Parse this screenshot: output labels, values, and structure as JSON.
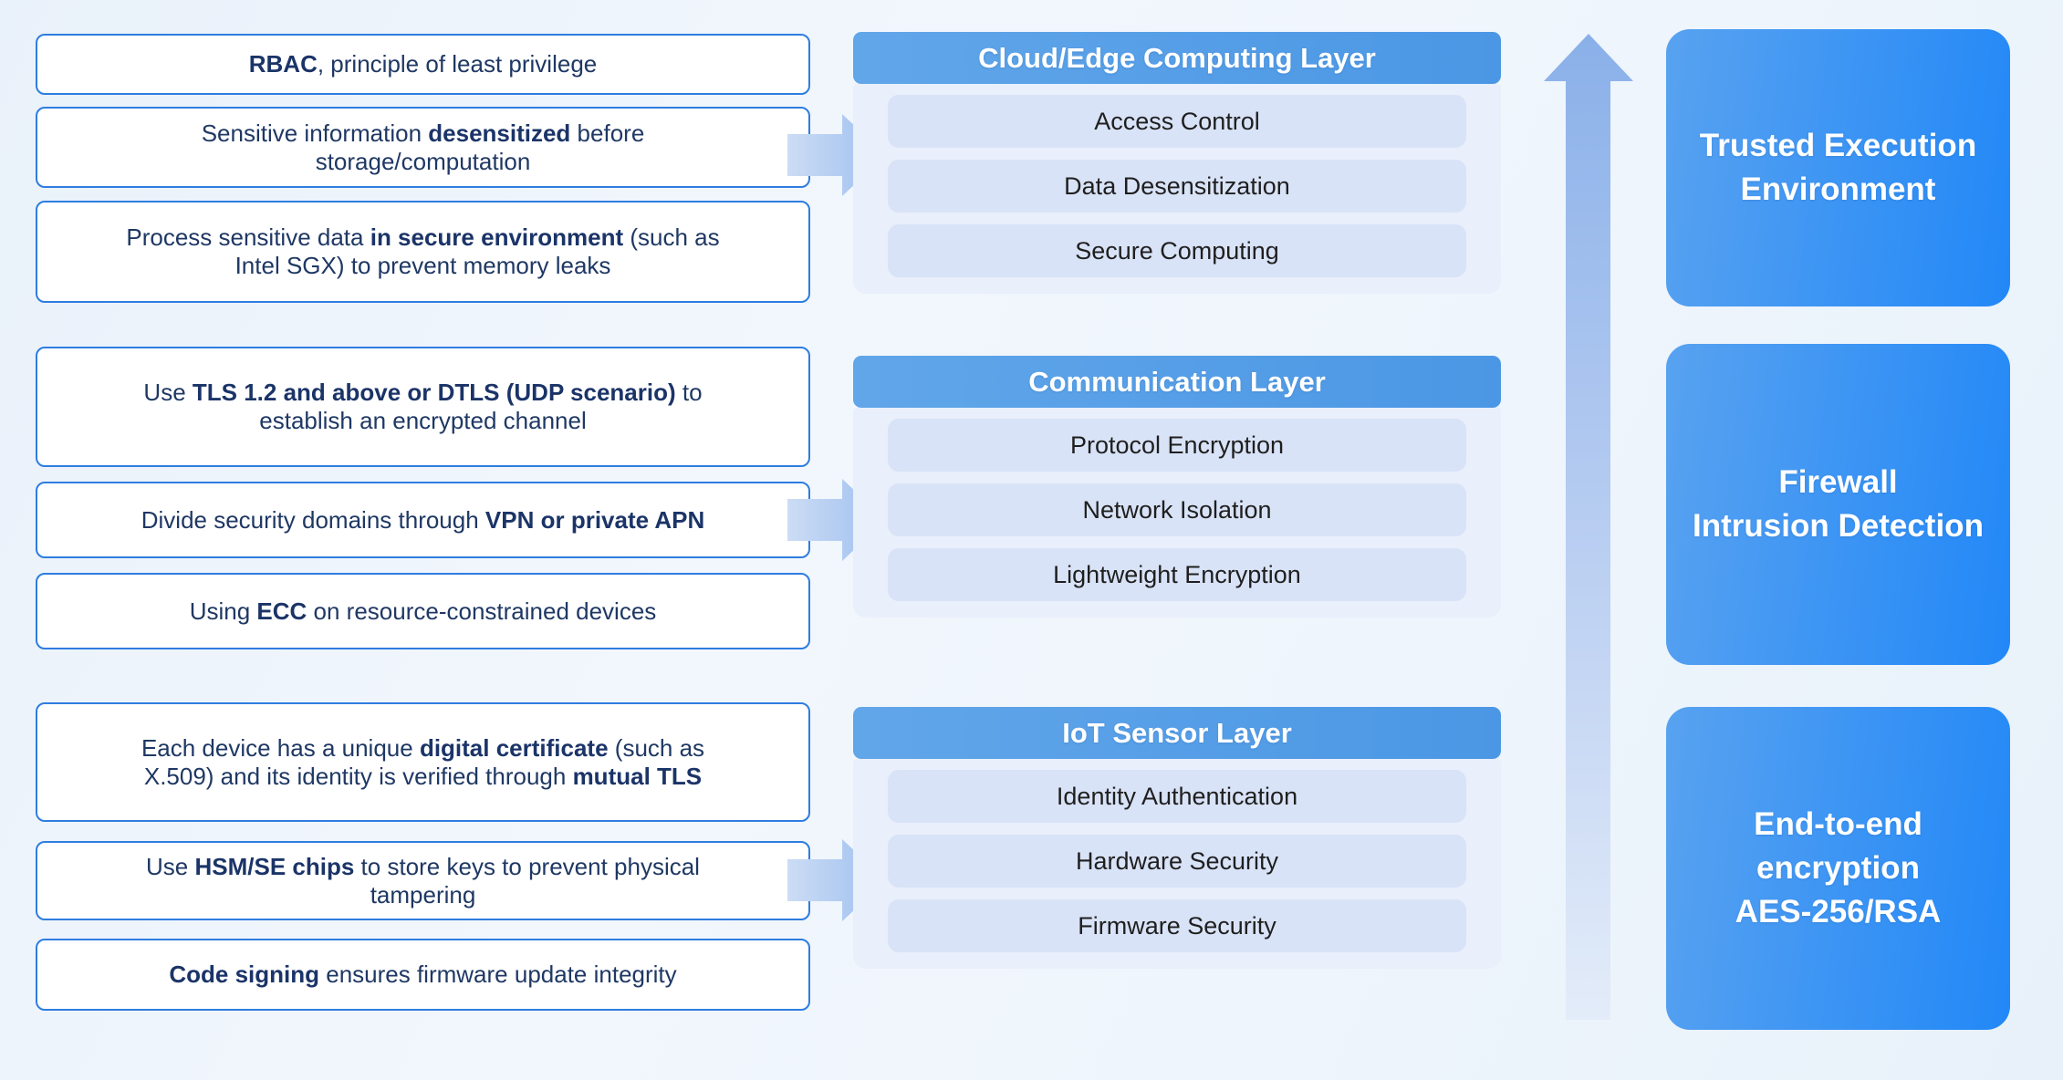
{
  "left_boxes": [
    {
      "segments": [
        {
          "t": "RBAC",
          "b": true
        },
        {
          "t": ", principle of least privilege",
          "b": false
        }
      ]
    },
    {
      "segments": [
        {
          "t": "Sensitive information ",
          "b": false
        },
        {
          "t": "desensitized",
          "b": true
        },
        {
          "t": " before\nstorage/computation",
          "b": false
        }
      ]
    },
    {
      "segments": [
        {
          "t": "Process sensitive data ",
          "b": false
        },
        {
          "t": "in secure environment",
          "b": true
        },
        {
          "t": " (such as\nIntel SGX) to prevent memory leaks",
          "b": false
        }
      ]
    },
    {
      "segments": [
        {
          "t": "Use ",
          "b": false
        },
        {
          "t": "TLS 1.2 and above or DTLS (UDP scenario)",
          "b": true
        },
        {
          "t": " to\nestablish an encrypted channel",
          "b": false
        }
      ]
    },
    {
      "segments": [
        {
          "t": "Divide security domains through ",
          "b": false
        },
        {
          "t": "VPN or private APN",
          "b": true
        }
      ]
    },
    {
      "segments": [
        {
          "t": "Using ",
          "b": false
        },
        {
          "t": "ECC",
          "b": true
        },
        {
          "t": " on resource-constrained devices",
          "b": false
        }
      ]
    },
    {
      "segments": [
        {
          "t": "Each device has a unique ",
          "b": false
        },
        {
          "t": "digital certificate",
          "b": true
        },
        {
          "t": " (such as\nX.509) and its identity is verified through ",
          "b": false
        },
        {
          "t": "mutual TLS",
          "b": true
        }
      ]
    },
    {
      "segments": [
        {
          "t": "Use ",
          "b": false
        },
        {
          "t": "HSM/SE chips",
          "b": true
        },
        {
          "t": " to store keys to prevent physical\ntampering",
          "b": false
        }
      ]
    },
    {
      "segments": [
        {
          "t": "Code signing",
          "b": true
        },
        {
          "t": " ensures firmware update integrity",
          "b": false
        }
      ]
    }
  ],
  "layers": [
    {
      "title": "Cloud/Edge Computing Layer",
      "items": [
        "Access Control",
        "Data Desensitization",
        "Secure Computing"
      ]
    },
    {
      "title": "Communication Layer",
      "items": [
        "Protocol Encryption",
        "Network Isolation",
        "Lightweight Encryption"
      ]
    },
    {
      "title": "IoT Sensor Layer",
      "items": [
        "Identity Authentication",
        "Hardware Security",
        "Firmware Security"
      ]
    }
  ],
  "right_boxes": [
    {
      "text": "Trusted Execution\nEnvironment"
    },
    {
      "text": "Firewall\nIntrusion Detection"
    },
    {
      "text": "End-to-end\nencryption\nAES-256/RSA"
    }
  ],
  "colors": {
    "left_box_border": "#2e7de0",
    "left_box_text": "#1f3864",
    "layer_header_gradient": [
      "#61a6e9",
      "#4b97e5"
    ],
    "layer_body": "#e9effb",
    "layer_item": "#d9e3f7",
    "right_box_gradient": [
      "#58a2f0",
      "#2288f7"
    ],
    "flow_arrow_gradient": [
      "#ccdcf5",
      "#9dbfef"
    ],
    "up_arrow_gradient": [
      "#8ab0e9",
      "#e3ecf9"
    ],
    "background": "#eef4fb"
  }
}
